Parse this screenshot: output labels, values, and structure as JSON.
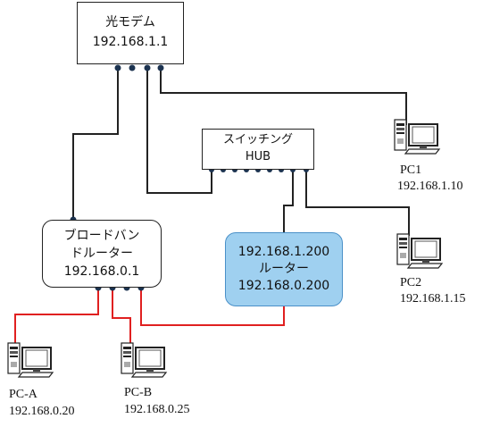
{
  "modem": {
    "name": "光モデム",
    "ip": "192.168.1.1"
  },
  "hub": {
    "name": "スイッチング",
    "sub": "HUB"
  },
  "broadband": {
    "line1": "ブロードバン",
    "line2": "ドルーター",
    "ip": "192.168.0.1"
  },
  "router2": {
    "wan_ip": "192.168.1.200",
    "name": "ルーター",
    "lan_ip": "192.168.0.200"
  },
  "pcs": [
    {
      "name": "PC1",
      "ip": "192.168.1.10"
    },
    {
      "name": "PC2",
      "ip": "192.168.1.15"
    },
    {
      "name": "PC-A",
      "ip": "192.168.0.20"
    },
    {
      "name": "PC-B",
      "ip": "192.168.0.25"
    }
  ],
  "colors": {
    "lan_line": "#e02020",
    "wan_line": "#222222",
    "router_fill": "#9fd0f0",
    "router_border": "#4a90c8",
    "port": "#1c3350"
  }
}
